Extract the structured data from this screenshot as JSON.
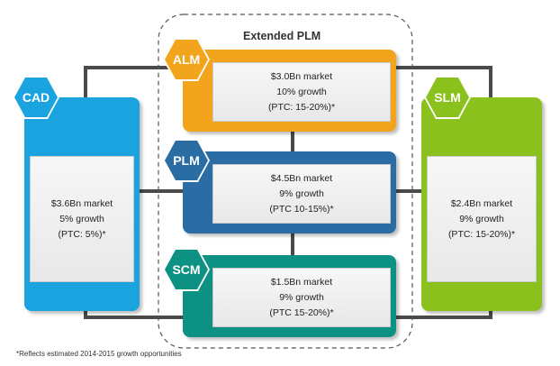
{
  "title": "Extended PLM",
  "footnote": "*Reflects estimated 2014-2015 growth opportunities",
  "boxes": {
    "cad": {
      "label": "CAD",
      "line1": "$3.6Bn market",
      "line2": "5% growth",
      "line3": "(PTC: 5%)*",
      "color": "#1ba3e0"
    },
    "alm": {
      "label": "ALM",
      "line1": "$3.0Bn market",
      "line2": "10% growth",
      "line3": "(PTC: 15-20%)*",
      "color": "#f2a51c"
    },
    "plm": {
      "label": "PLM",
      "line1": "$4.5Bn market",
      "line2": "9% growth",
      "line3": "(PTC 10-15%)*",
      "color": "#2a6da5"
    },
    "scm": {
      "label": "SCM",
      "line1": "$1.5Bn market",
      "line2": "9% growth",
      "line3": "(PTC 15-20%)*",
      "color": "#0d9183"
    },
    "slm": {
      "label": "SLM",
      "line1": "$2.4Bn market",
      "line2": "9% growth",
      "line3": "(PTC: 15-20%)*",
      "color": "#8bc11d"
    }
  }
}
